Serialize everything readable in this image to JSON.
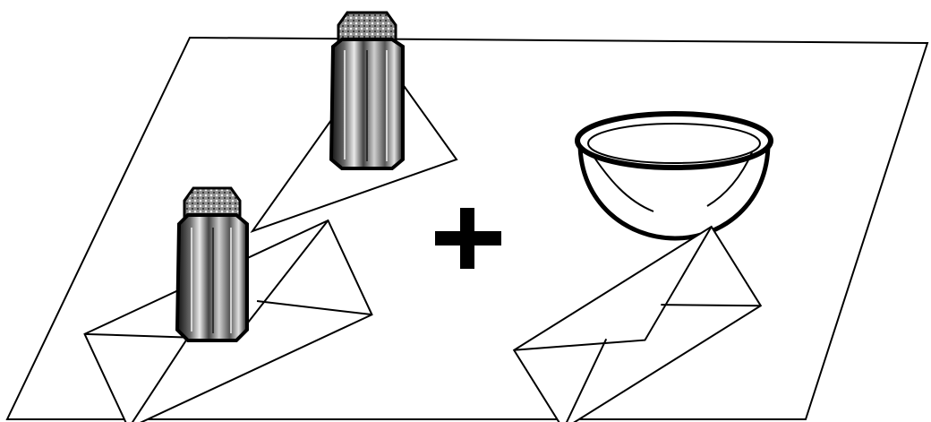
{
  "colors": {
    "background": "#ffffff",
    "ink": "#000000",
    "glass_dark": "#1a1a1a",
    "glass_mid": "#6a6a6a",
    "glass_light": "#d8d8d8",
    "cap": "#9a9a9a"
  },
  "icons": [
    "table-surface",
    "salt-shaker",
    "triangle-napkin",
    "envelope",
    "plus-sign",
    "bowl"
  ]
}
